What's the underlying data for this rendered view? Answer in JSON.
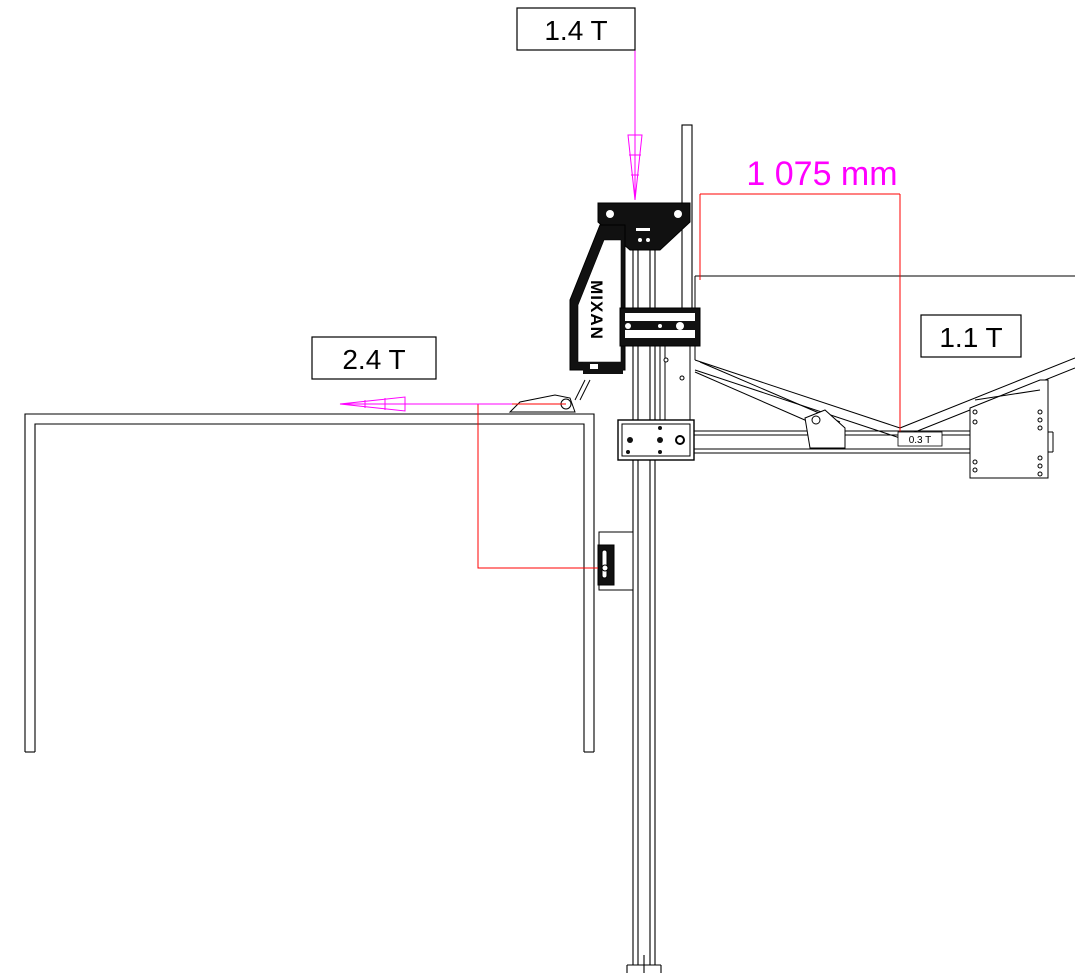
{
  "loads": {
    "vertical": "1.4 T",
    "horizontal": "2.4 T",
    "hopper": "1.1 T",
    "beam": "0.3 T"
  },
  "dimension": {
    "offset": "1 075 mm"
  },
  "brand": {
    "logo_text": "MIXAN"
  },
  "colors": {
    "line": "#000000",
    "accent": "#ff00ff",
    "guide": "#ff0000",
    "part_fill": "#111111"
  }
}
